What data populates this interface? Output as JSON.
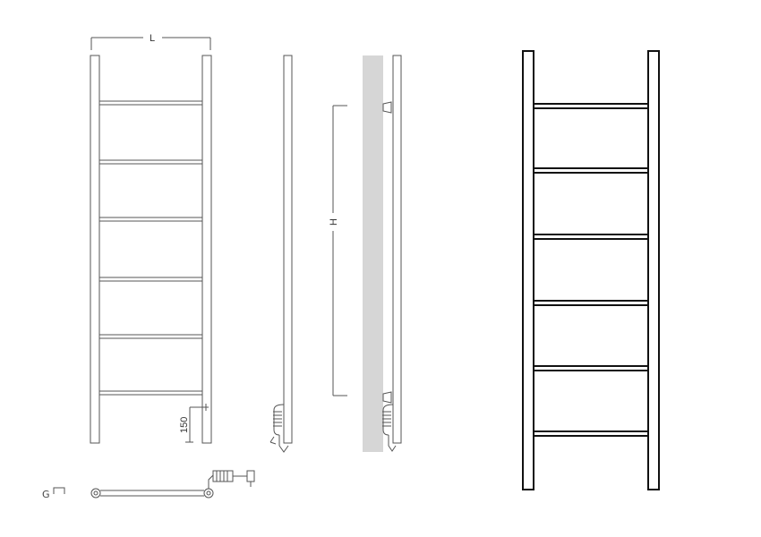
{
  "dimensions": {
    "width_label": "L",
    "height_label": "H",
    "offset_label": "150"
  },
  "bottom_view": {
    "symbol_label": "G"
  },
  "colors": {
    "line": "#555555",
    "bold_line": "#111111",
    "wall_shade": "#d6d6d6"
  },
  "rails": {
    "count": 6
  }
}
